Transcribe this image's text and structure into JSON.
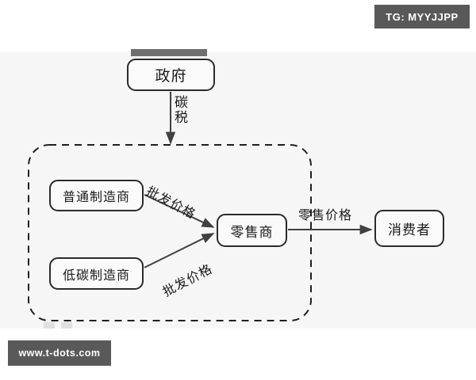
{
  "overlays": {
    "tg_badge": "TG: MYYJJPP",
    "site_badge": "www.t-dots.com"
  },
  "diagram": {
    "type": "flow-diagram",
    "nodes": [
      {
        "id": "government",
        "label": "政府"
      },
      {
        "id": "ordinary-manufacturer",
        "label": "普通制造商"
      },
      {
        "id": "lowcarbon-manufacturer",
        "label": "低碳制造商"
      },
      {
        "id": "retailer",
        "label": "零售商"
      },
      {
        "id": "consumer",
        "label": "消费者"
      }
    ],
    "edges": [
      {
        "from": "government",
        "to": "supply-chain-boundary",
        "label": "碳税"
      },
      {
        "from": "ordinary-manufacturer",
        "to": "retailer",
        "label": "批发价格"
      },
      {
        "from": "lowcarbon-manufacturer",
        "to": "retailer",
        "label": "批发价格"
      },
      {
        "from": "retailer",
        "to": "consumer",
        "label": "零售价格"
      }
    ],
    "colors": {
      "canvas": "#f6f6f6",
      "node_stroke": "#2b2b2b",
      "node_fill": "#fafafa",
      "arrow": "#404040",
      "badge": "#595959"
    }
  }
}
